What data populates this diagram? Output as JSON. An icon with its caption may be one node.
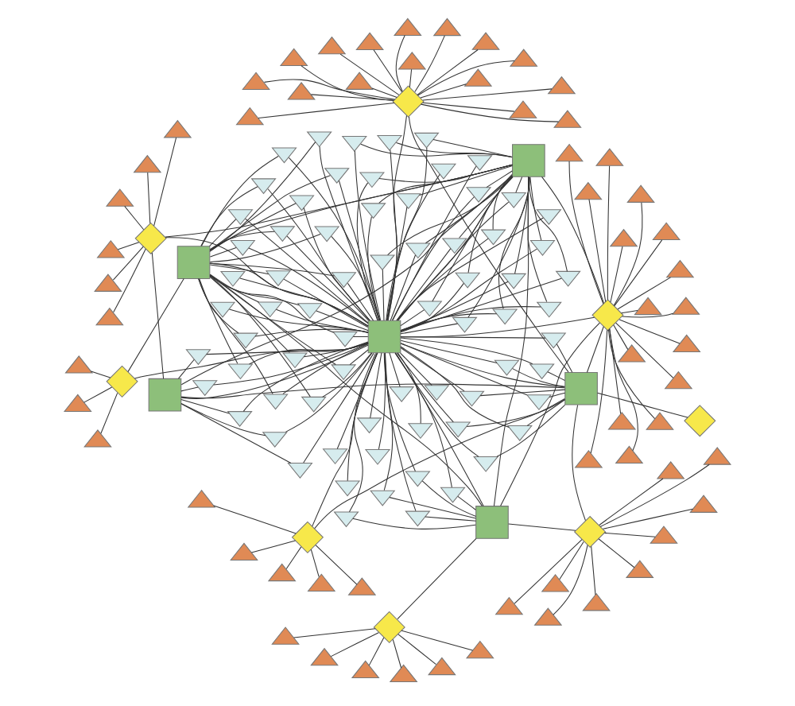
{
  "diagram": {
    "nodes": [
      {
        "text": [],
        "shape": "box"
      },
      {
        "text": [],
        "shape": "box"
      },
      {
        "text": [],
        "shape": "box"
      },
      {
        "text": [],
        "shape": "box"
      },
      {
        "text": [],
        "shape": "box"
      },
      {
        "text": [],
        "shape": "box"
      },
      {
        "text": [],
        "shape": "diamond"
      },
      {
        "text": [],
        "shape": "diamond"
      },
      {
        "text": [],
        "shape": "diamond"
      },
      {
        "text": [],
        "shape": "diamond"
      },
      {
        "text": [],
        "shape": "diamond"
      },
      {
        "text": [],
        "shape": "diamond"
      },
      {
        "text": [],
        "shape": "diamond"
      },
      {
        "text": [],
        "shape": "diamond"
      },
      {
        "text": [],
        "shape": "triangle"
      },
      {
        "text": [],
        "shape": "triangle"
      },
      {
        "text": [],
        "shape": "triangle"
      },
      {
        "text": [],
        "shape": "triangle"
      },
      {
        "text": [],
        "shape": "triangle"
      },
      {
        "text": [],
        "shape": "triangle"
      },
      {
        "text": [],
        "shape": "triangle"
      },
      {
        "text": [],
        "shape": "triangle"
      },
      {
        "text": [],
        "shape": "triangle"
      },
      {
        "text": [],
        "shape": "triangle"
      },
      {
        "text": [],
        "shape": "triangle"
      },
      {
        "text": [],
        "shape": "triangle"
      },
      {
        "text": [],
        "shape": "triangle"
      },
      {
        "text": [],
        "shape": "triangle"
      },
      {
        "text": [],
        "shape": "triangle"
      },
      {
        "text": [],
        "shape": "triangle"
      },
      {
        "text": [],
        "shape": "triangle"
      },
      {
        "text": [],
        "shape": "triangle"
      },
      {
        "text": [],
        "shape": "triangle"
      },
      {
        "text": [],
        "shape": "triangle"
      },
      {
        "text": [],
        "shape": "triangle"
      },
      {
        "text": [],
        "shape": "triangle"
      },
      {
        "text": [],
        "shape": "triangle"
      },
      {
        "text": [],
        "shape": "triangle"
      },
      {
        "text": [],
        "shape": "triangle"
      },
      {
        "text": [],
        "shape": "triangle"
      },
      {
        "text": [],
        "shape": "triangle"
      },
      {
        "text": [],
        "shape": "triangle"
      },
      {
        "text": [],
        "shape": "triangle"
      },
      {
        "text": [],
        "shape": "triangle"
      },
      {
        "text": [],
        "shape": "triangle"
      },
      {
        "text": [],
        "shape": "triangle"
      },
      {
        "text": [],
        "shape": "triangle"
      },
      {
        "text": [],
        "shape": "triangle"
      },
      {
        "text": [],
        "shape": "triangle"
      },
      {
        "text": [],
        "shape": "triangle"
      },
      {
        "text": [],
        "shape": "triangle"
      },
      {
        "text": [],
        "shape": "triangle"
      },
      {
        "text": [],
        "shape": "triangle"
      },
      {
        "text": [],
        "shape": "triangle"
      },
      {
        "text": [],
        "shape": "triangle"
      },
      {
        "text": [],
        "shape": "triangle"
      },
      {
        "text": [],
        "shape": "triangle"
      },
      {
        "text": [],
        "shape": "triangle"
      },
      {
        "text": [],
        "shape": "triangle"
      },
      {
        "text": [],
        "shape": "triangle"
      },
      {
        "text": [],
        "shape": "triangle"
      },
      {
        "text": [],
        "shape": "triangle"
      },
      {
        "text": [],
        "shape": "triangle"
      },
      {
        "text": [],
        "shape": "triangle"
      },
      {
        "text": [],
        "shape": "triangle"
      },
      {
        "text": [],
        "shape": "triangle"
      },
      {
        "text": [],
        "shape": "triangle"
      },
      {
        "text": [],
        "shape": "triangle"
      },
      {
        "text": [],
        "shape": "triangle"
      },
      {
        "text": [],
        "shape": "triangle"
      },
      {
        "text": [],
        "shape": "triangle"
      },
      {
        "text": [],
        "shape": "triangle"
      },
      {
        "text": [],
        "shape": "triangle"
      },
      {
        "text": [],
        "shape": "triangle"
      },
      {
        "text": [],
        "shape": "triangle"
      },
      {
        "text": [],
        "shape": "arrowhead"
      },
      {
        "text": [],
        "shape": "arrowhead"
      },
      {
        "text": [],
        "shape": "arrowhead"
      },
      {
        "text": [],
        "shape": "arrowhead"
      },
      {
        "text": [],
        "shape": "arrowhead"
      },
      {
        "text": [],
        "shape": "arrowhead"
      },
      {
        "text": [],
        "shape": "arrowhead"
      },
      {
        "text": [],
        "shape": "arrowhead"
      },
      {
        "text": [],
        "shape": "arrowhead"
      },
      {
        "text": [],
        "shape": "arrowhead"
      },
      {
        "text": [],
        "shape": "arrowhead"
      },
      {
        "text": [],
        "shape": "arrowhead"
      },
      {
        "text": [],
        "shape": "arrowhead"
      },
      {
        "text": [],
        "shape": "arrowhead"
      },
      {
        "text": [],
        "shape": "arrowhead"
      },
      {
        "text": [],
        "shape": "arrowhead"
      },
      {
        "text": [],
        "shape": "arrowhead"
      },
      {
        "text": [],
        "shape": "arrowhead"
      },
      {
        "text": [],
        "shape": "arrowhead"
      },
      {
        "text": [],
        "shape": "arrowhead"
      },
      {
        "text": [],
        "shape": "arrowhead"
      },
      {
        "text": [],
        "shape": "arrowhead"
      },
      {
        "text": [],
        "shape": "arrowhead"
      },
      {
        "text": [],
        "shape": "arrowhead"
      },
      {
        "text": [],
        "shape": "arrowhead"
      },
      {
        "text": [],
        "shape": "arrowhead"
      },
      {
        "text": [],
        "shape": "arrowhead"
      },
      {
        "text": [],
        "shape": "arrowhead"
      },
      {
        "text": [],
        "shape": "arrowhead"
      },
      {
        "text": [],
        "shape": "arrowhead"
      },
      {
        "text": [],
        "shape": "arrowhead"
      },
      {
        "text": [],
        "shape": "arrowhead"
      },
      {
        "text": [],
        "shape": "arrowhead"
      },
      {
        "text": [],
        "shape": "arrowhead"
      },
      {
        "text": [],
        "shape": "arrowhead"
      },
      {
        "text": [],
        "shape": "arrowhead"
      },
      {
        "text": [],
        "shape": "arrowhead"
      },
      {
        "text": [],
        "shape": "arrowhead"
      },
      {
        "text": [],
        "shape": "arrowhead"
      },
      {
        "text": [],
        "shape": "arrowhead"
      },
      {
        "text": [],
        "shape": "arrowhead"
      },
      {
        "text": [],
        "shape": "arrowhead"
      },
      {
        "text": [],
        "shape": "arrowhead"
      },
      {
        "text": [],
        "shape": "arrowhead"
      },
      {
        "text": [],
        "shape": "arrowhead"
      },
      {
        "text": [],
        "shape": "arrowhead"
      },
      {
        "text": [],
        "shape": "arrowhead"
      },
      {
        "text": [],
        "shape": "arrowhead"
      },
      {
        "text": [],
        "shape": "arrowhead"
      },
      {
        "text": [],
        "shape": "arrowhead"
      },
      {
        "text": [],
        "shape": "arrowhead"
      },
      {
        "text": [],
        "shape": "arrowhead"
      },
      {
        "text": [],
        "shape": "arrowhead"
      },
      {
        "text": [],
        "shape": "arrowhead"
      },
      {
        "text": [],
        "shape": "arrowhead"
      },
      {
        "text": [],
        "shape": "arrowhead"
      },
      {
        "text": [],
        "shape": "arrowhead"
      },
      {
        "text": [],
        "shape": "arrowhead"
      },
      {
        "text": [],
        "shape": "arrowhead"
      },
      {
        "text": [],
        "shape": "arrowhead"
      },
      {
        "text": [],
        "shape": "arrowhead"
      },
      {
        "text": [],
        "shape": "arrowhead"
      },
      {
        "text": [],
        "shape": "arrowhead"
      },
      {
        "text": [],
        "shape": "arrowhead"
      },
      {
        "text": [],
        "shape": "arrowhead"
      },
      {
        "text": [],
        "shape": "arrowhead"
      },
      {
        "text": [],
        "shape": "arrowhead"
      },
      {
        "text": [],
        "shape": "arrowhead"
      },
      {
        "text": [],
        "shape": "arrowhead"
      },
      {
        "text": [],
        "shape": "arrowhead"
      }
    ],
    "edges": [
      {
        "from": 6,
        "to": 14,
        "arrow": "none"
      },
      {
        "from": 6,
        "to": 15,
        "arrow": "none"
      },
      {
        "from": 6,
        "to": 16,
        "arrow": "none"
      },
      {
        "from": 6,
        "to": 17,
        "arrow": "none"
      },
      {
        "from": 6,
        "to": 18,
        "arrow": "none"
      },
      {
        "from": 6,
        "to": 19,
        "arrow": "none"
      },
      {
        "from": 7,
        "to": 20,
        "arrow": "none"
      },
      {
        "from": 7,
        "to": 21,
        "arrow": "none"
      },
      {
        "from": 7,
        "to": 22,
        "arrow": "none"
      },
      {
        "from": 7,
        "to": 23,
        "arrow": "none"
      },
      {
        "from": 7,
        "to": 24,
        "arrow": "none"
      },
      {
        "from": 7,
        "to": 25,
        "arrow": "none"
      },
      {
        "from": 7,
        "to": 26,
        "arrow": "none"
      },
      {
        "from": 7,
        "to": 27,
        "arrow": "none"
      },
      {
        "from": 7,
        "to": 28,
        "arrow": "none"
      },
      {
        "from": 7,
        "to": 29,
        "arrow": "none"
      },
      {
        "from": 7,
        "to": 30,
        "arrow": "none"
      },
      {
        "from": 7,
        "to": 31,
        "arrow": "none"
      },
      {
        "from": 7,
        "to": 32,
        "arrow": "none"
      },
      {
        "from": 7,
        "to": 33,
        "arrow": "none"
      },
      {
        "from": 7,
        "to": 34,
        "arrow": "none"
      },
      {
        "from": 7,
        "to": 35,
        "arrow": "none"
      },
      {
        "from": 8,
        "to": 36,
        "arrow": "none"
      },
      {
        "from": 8,
        "to": 37,
        "arrow": "none"
      },
      {
        "from": 8,
        "to": 38,
        "arrow": "none"
      },
      {
        "from": 8,
        "to": 39,
        "arrow": "none"
      },
      {
        "from": 8,
        "to": 40,
        "arrow": "none"
      },
      {
        "from": 8,
        "to": 41,
        "arrow": "none"
      },
      {
        "from": 9,
        "to": 42,
        "arrow": "none"
      },
      {
        "from": 9,
        "to": 43,
        "arrow": "none"
      },
      {
        "from": 9,
        "to": 44,
        "arrow": "none"
      },
      {
        "from": 9,
        "to": 45,
        "arrow": "none"
      },
      {
        "from": 9,
        "to": 46,
        "arrow": "none"
      },
      {
        "from": 9,
        "to": 47,
        "arrow": "none"
      },
      {
        "from": 9,
        "to": 48,
        "arrow": "none"
      },
      {
        "from": 9,
        "to": 49,
        "arrow": "none"
      },
      {
        "from": 9,
        "to": 50,
        "arrow": "none"
      },
      {
        "from": 11,
        "to": 51,
        "arrow": "none"
      },
      {
        "from": 11,
        "to": 52,
        "arrow": "none"
      },
      {
        "from": 11,
        "to": 53,
        "arrow": "none"
      },
      {
        "from": 11,
        "to": 54,
        "arrow": "none"
      },
      {
        "from": 11,
        "to": 55,
        "arrow": "none"
      },
      {
        "from": 11,
        "to": 56,
        "arrow": "none"
      },
      {
        "from": 11,
        "to": 57,
        "arrow": "none"
      },
      {
        "from": 11,
        "to": 58,
        "arrow": "none"
      },
      {
        "from": 11,
        "to": 59,
        "arrow": "none"
      },
      {
        "from": 11,
        "to": 60,
        "arrow": "none"
      },
      {
        "from": 11,
        "to": 61,
        "arrow": "none"
      },
      {
        "from": 11,
        "to": 62,
        "arrow": "none"
      },
      {
        "from": 11,
        "to": 63,
        "arrow": "none"
      },
      {
        "from": 11,
        "to": 64,
        "arrow": "none"
      },
      {
        "from": 11,
        "to": 65,
        "arrow": "none"
      },
      {
        "from": 11,
        "to": 66,
        "arrow": "none"
      },
      {
        "from": 12,
        "to": 67,
        "arrow": "none"
      },
      {
        "from": 12,
        "to": 68,
        "arrow": "none"
      },
      {
        "from": 12,
        "to": 69,
        "arrow": "none"
      },
      {
        "from": 12,
        "to": 70,
        "arrow": "none"
      },
      {
        "from": 12,
        "to": 71,
        "arrow": "none"
      },
      {
        "from": 13,
        "to": 72,
        "arrow": "none"
      },
      {
        "from": 13,
        "to": 73,
        "arrow": "none"
      },
      {
        "from": 13,
        "to": 74,
        "arrow": "none"
      },
      {
        "from": 6,
        "to": 0,
        "arrow": "none"
      },
      {
        "from": 6,
        "to": 1,
        "arrow": "none"
      },
      {
        "from": 6,
        "to": 4,
        "arrow": "none"
      },
      {
        "from": 7,
        "to": 1,
        "arrow": "none"
      },
      {
        "from": 7,
        "to": 2,
        "arrow": "none"
      },
      {
        "from": 7,
        "to": 4,
        "arrow": "none"
      },
      {
        "from": 7,
        "to": 5,
        "arrow": "none"
      },
      {
        "from": 8,
        "to": 2,
        "arrow": "none"
      },
      {
        "from": 9,
        "to": 2,
        "arrow": "none"
      },
      {
        "from": 9,
        "to": 5,
        "arrow": "none"
      },
      {
        "from": 10,
        "to": 5,
        "arrow": "none"
      },
      {
        "from": 11,
        "to": 5,
        "arrow": "none"
      },
      {
        "from": 11,
        "to": 4,
        "arrow": "none"
      },
      {
        "from": 12,
        "to": 4,
        "arrow": "none"
      },
      {
        "from": 12,
        "to": 5,
        "arrow": "none"
      },
      {
        "from": 13,
        "to": 3,
        "arrow": "none"
      },
      {
        "from": 13,
        "to": 4,
        "arrow": "none"
      },
      {
        "from": 0,
        "to": 1,
        "arrow": "none"
      },
      {
        "from": 0,
        "to": 4,
        "arrow": "none"
      },
      {
        "from": 3,
        "to": 4,
        "arrow": "none"
      },
      {
        "from": 1,
        "to": 4,
        "arrow": "none"
      },
      {
        "from": 2,
        "to": 4,
        "arrow": "none"
      },
      {
        "from": 5,
        "to": 4,
        "arrow": "none"
      },
      {
        "from": 3,
        "to": 1,
        "arrow": "none"
      },
      {
        "from": 1,
        "to": 2,
        "arrow": "none"
      },
      {
        "from": 2,
        "to": 3,
        "arrow": "none"
      },
      {
        "from": 0,
        "to": 5,
        "arrow": "none"
      },
      {
        "from": 4,
        "to": 75,
        "arrow": "none"
      },
      {
        "from": 4,
        "to": 76,
        "arrow": "none"
      },
      {
        "from": 4,
        "to": 77,
        "arrow": "none"
      },
      {
        "from": 4,
        "to": 78,
        "arrow": "none"
      },
      {
        "from": 4,
        "to": 79,
        "arrow": "none"
      },
      {
        "from": 4,
        "to": 80,
        "arrow": "none"
      },
      {
        "from": 4,
        "to": 81,
        "arrow": "none"
      },
      {
        "from": 4,
        "to": 82,
        "arrow": "none"
      },
      {
        "from": 4,
        "to": 83,
        "arrow": "none"
      },
      {
        "from": 4,
        "to": 84,
        "arrow": "none"
      },
      {
        "from": 4,
        "to": 85,
        "arrow": "none"
      },
      {
        "from": 4,
        "to": 86,
        "arrow": "none"
      },
      {
        "from": 4,
        "to": 87,
        "arrow": "none"
      },
      {
        "from": 4,
        "to": 88,
        "arrow": "none"
      },
      {
        "from": 4,
        "to": 89,
        "arrow": "none"
      },
      {
        "from": 4,
        "to": 90,
        "arrow": "none"
      },
      {
        "from": 4,
        "to": 91,
        "arrow": "none"
      },
      {
        "from": 4,
        "to": 92,
        "arrow": "none"
      },
      {
        "from": 4,
        "to": 93,
        "arrow": "none"
      },
      {
        "from": 4,
        "to": 94,
        "arrow": "none"
      },
      {
        "from": 4,
        "to": 95,
        "arrow": "none"
      },
      {
        "from": 4,
        "to": 96,
        "arrow": "none"
      },
      {
        "from": 4,
        "to": 97,
        "arrow": "none"
      },
      {
        "from": 4,
        "to": 98,
        "arrow": "none"
      },
      {
        "from": 4,
        "to": 99,
        "arrow": "none"
      },
      {
        "from": 4,
        "to": 100,
        "arrow": "none"
      },
      {
        "from": 4,
        "to": 101,
        "arrow": "none"
      },
      {
        "from": 4,
        "to": 102,
        "arrow": "none"
      },
      {
        "from": 4,
        "to": 103,
        "arrow": "none"
      },
      {
        "from": 4,
        "to": 104,
        "arrow": "none"
      },
      {
        "from": 4,
        "to": 105,
        "arrow": "none"
      },
      {
        "from": 4,
        "to": 106,
        "arrow": "none"
      },
      {
        "from": 4,
        "to": 107,
        "arrow": "none"
      },
      {
        "from": 4,
        "to": 108,
        "arrow": "none"
      },
      {
        "from": 4,
        "to": 109,
        "arrow": "none"
      },
      {
        "from": 4,
        "to": 110,
        "arrow": "none"
      },
      {
        "from": 4,
        "to": 111,
        "arrow": "none"
      },
      {
        "from": 4,
        "to": 112,
        "arrow": "none"
      },
      {
        "from": 4,
        "to": 113,
        "arrow": "none"
      },
      {
        "from": 4,
        "to": 114,
        "arrow": "none"
      },
      {
        "from": 4,
        "to": 115,
        "arrow": "none"
      },
      {
        "from": 4,
        "to": 116,
        "arrow": "none"
      },
      {
        "from": 4,
        "to": 117,
        "arrow": "none"
      },
      {
        "from": 4,
        "to": 118,
        "arrow": "none"
      },
      {
        "from": 4,
        "to": 119,
        "arrow": "none"
      },
      {
        "from": 4,
        "to": 120,
        "arrow": "none"
      },
      {
        "from": 4,
        "to": 121,
        "arrow": "none"
      },
      {
        "from": 4,
        "to": 122,
        "arrow": "none"
      },
      {
        "from": 4,
        "to": 123,
        "arrow": "none"
      },
      {
        "from": 4,
        "to": 124,
        "arrow": "none"
      },
      {
        "from": 4,
        "to": 125,
        "arrow": "none"
      },
      {
        "from": 4,
        "to": 126,
        "arrow": "none"
      },
      {
        "from": 4,
        "to": 127,
        "arrow": "none"
      },
      {
        "from": 4,
        "to": 128,
        "arrow": "none"
      },
      {
        "from": 4,
        "to": 129,
        "arrow": "none"
      },
      {
        "from": 4,
        "to": 130,
        "arrow": "none"
      },
      {
        "from": 4,
        "to": 131,
        "arrow": "none"
      },
      {
        "from": 4,
        "to": 132,
        "arrow": "none"
      },
      {
        "from": 4,
        "to": 133,
        "arrow": "none"
      },
      {
        "from": 4,
        "to": 134,
        "arrow": "none"
      },
      {
        "from": 4,
        "to": 135,
        "arrow": "none"
      },
      {
        "from": 4,
        "to": 136,
        "arrow": "none"
      },
      {
        "from": 4,
        "to": 137,
        "arrow": "none"
      },
      {
        "from": 4,
        "to": 138,
        "arrow": "none"
      },
      {
        "from": 4,
        "to": 139,
        "arrow": "none"
      },
      {
        "from": 4,
        "to": 140,
        "arrow": "none"
      },
      {
        "from": 4,
        "to": 141,
        "arrow": "none"
      },
      {
        "from": 4,
        "to": 142,
        "arrow": "none"
      },
      {
        "from": 4,
        "to": 143,
        "arrow": "none"
      },
      {
        "from": 4,
        "to": 144,
        "arrow": "none"
      },
      {
        "from": 3,
        "to": 75,
        "arrow": "none"
      },
      {
        "from": 3,
        "to": 76,
        "arrow": "none"
      },
      {
        "from": 3,
        "to": 77,
        "arrow": "none"
      },
      {
        "from": 3,
        "to": 78,
        "arrow": "none"
      },
      {
        "from": 3,
        "to": 79,
        "arrow": "none"
      },
      {
        "from": 3,
        "to": 80,
        "arrow": "none"
      },
      {
        "from": 3,
        "to": 81,
        "arrow": "none"
      },
      {
        "from": 3,
        "to": 82,
        "arrow": "none"
      },
      {
        "from": 3,
        "to": 83,
        "arrow": "none"
      },
      {
        "from": 3,
        "to": 84,
        "arrow": "none"
      },
      {
        "from": 3,
        "to": 85,
        "arrow": "none"
      },
      {
        "from": 3,
        "to": 86,
        "arrow": "none"
      },
      {
        "from": 3,
        "to": 87,
        "arrow": "none"
      },
      {
        "from": 3,
        "to": 88,
        "arrow": "none"
      },
      {
        "from": 3,
        "to": 89,
        "arrow": "none"
      },
      {
        "from": 3,
        "to": 90,
        "arrow": "none"
      },
      {
        "from": 3,
        "to": 91,
        "arrow": "none"
      },
      {
        "from": 3,
        "to": 92,
        "arrow": "none"
      },
      {
        "from": 3,
        "to": 93,
        "arrow": "none"
      },
      {
        "from": 3,
        "to": 94,
        "arrow": "none"
      },
      {
        "from": 1,
        "to": 95,
        "arrow": "none"
      },
      {
        "from": 1,
        "to": 96,
        "arrow": "none"
      },
      {
        "from": 1,
        "to": 97,
        "arrow": "none"
      },
      {
        "from": 1,
        "to": 98,
        "arrow": "none"
      },
      {
        "from": 1,
        "to": 99,
        "arrow": "none"
      },
      {
        "from": 1,
        "to": 100,
        "arrow": "none"
      },
      {
        "from": 1,
        "to": 101,
        "arrow": "none"
      },
      {
        "from": 1,
        "to": 102,
        "arrow": "none"
      },
      {
        "from": 1,
        "to": 103,
        "arrow": "none"
      },
      {
        "from": 1,
        "to": 104,
        "arrow": "none"
      },
      {
        "from": 1,
        "to": 105,
        "arrow": "none"
      },
      {
        "from": 1,
        "to": 106,
        "arrow": "none"
      },
      {
        "from": 1,
        "to": 107,
        "arrow": "none"
      },
      {
        "from": 1,
        "to": 108,
        "arrow": "none"
      },
      {
        "from": 1,
        "to": 109,
        "arrow": "none"
      },
      {
        "from": 1,
        "to": 110,
        "arrow": "none"
      },
      {
        "from": 1,
        "to": 111,
        "arrow": "none"
      },
      {
        "from": 1,
        "to": 112,
        "arrow": "none"
      },
      {
        "from": 1,
        "to": 113,
        "arrow": "none"
      },
      {
        "from": 1,
        "to": 114,
        "arrow": "none"
      },
      {
        "from": 5,
        "to": 125,
        "arrow": "none"
      },
      {
        "from": 5,
        "to": 126,
        "arrow": "none"
      },
      {
        "from": 5,
        "to": 127,
        "arrow": "none"
      },
      {
        "from": 5,
        "to": 128,
        "arrow": "none"
      },
      {
        "from": 5,
        "to": 129,
        "arrow": "none"
      },
      {
        "from": 5,
        "to": 130,
        "arrow": "none"
      },
      {
        "from": 5,
        "to": 131,
        "arrow": "none"
      },
      {
        "from": 5,
        "to": 132,
        "arrow": "none"
      },
      {
        "from": 2,
        "to": 135,
        "arrow": "none"
      },
      {
        "from": 2,
        "to": 136,
        "arrow": "none"
      },
      {
        "from": 2,
        "to": 137,
        "arrow": "none"
      },
      {
        "from": 2,
        "to": 138,
        "arrow": "none"
      },
      {
        "from": 2,
        "to": 139,
        "arrow": "none"
      },
      {
        "from": 0,
        "to": 140,
        "arrow": "none"
      },
      {
        "from": 0,
        "to": 141,
        "arrow": "none"
      },
      {
        "from": 0,
        "to": 142,
        "arrow": "none"
      },
      {
        "from": 0,
        "to": 143,
        "arrow": "none"
      },
      {
        "from": 0,
        "to": 144,
        "arrow": "none"
      }
    ]
  }
}
